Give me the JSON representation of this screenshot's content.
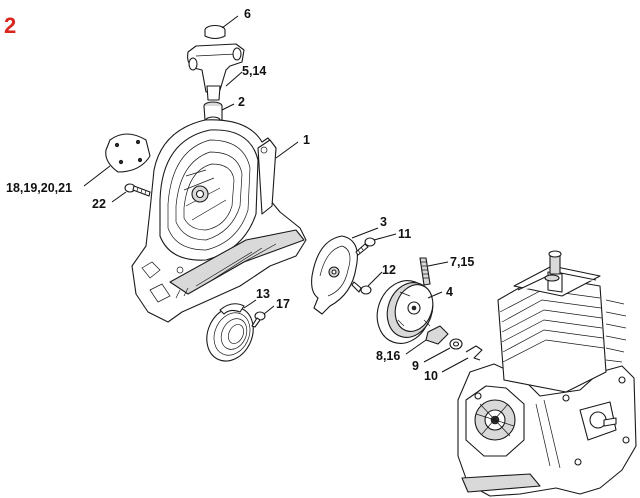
{
  "figure_number": "2",
  "figure_number_color": "#d9251d",
  "callouts": {
    "c1": "1",
    "c2": "2",
    "c3": "3",
    "c4": "4",
    "c6": "6",
    "c5_14": "5,14",
    "c7_15": "7,15",
    "c8_16": "8,16",
    "c9": "9",
    "c10": "10",
    "c11": "11",
    "c12": "12",
    "c13": "13",
    "c17": "17",
    "c18_21": "18,19,20,21",
    "c22": "22"
  }
}
